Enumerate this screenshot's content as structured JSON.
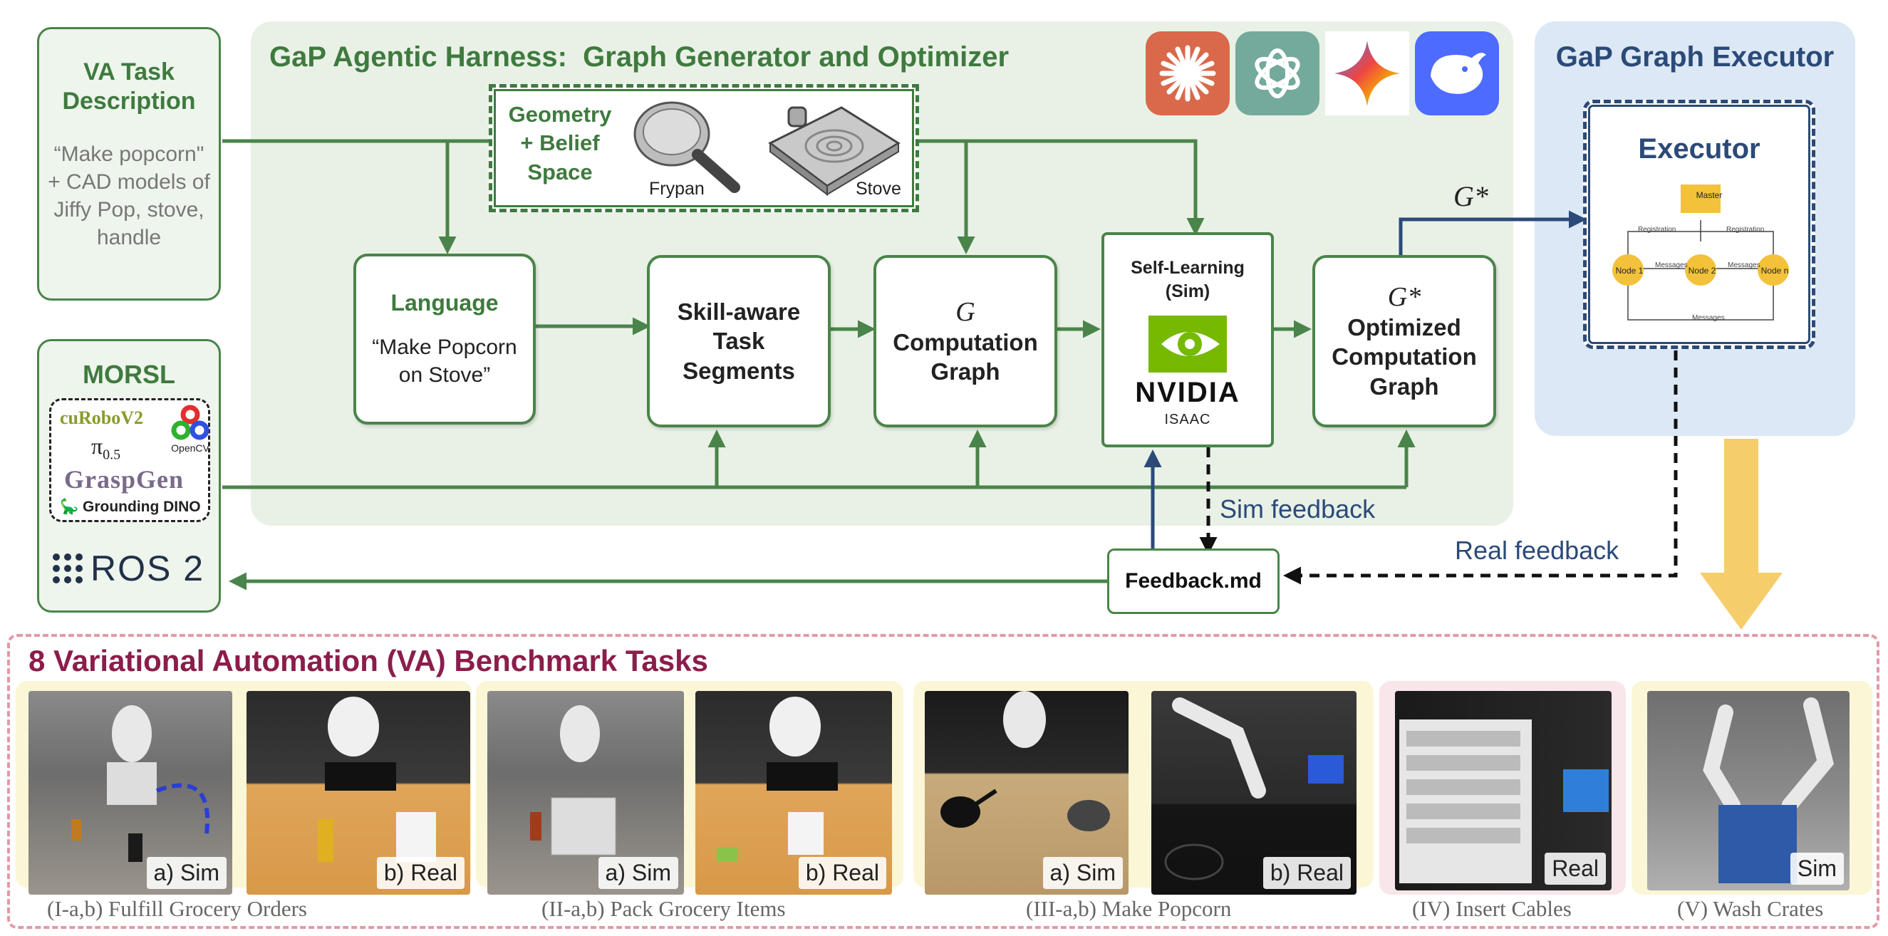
{
  "va_task": {
    "title": "VA Task Description",
    "description": "“Make popcorn\" + CAD models of Jiffy Pop, stove, handle"
  },
  "morsl": {
    "title": "MORSL",
    "libs": {
      "curobo": "cuRoboV2",
      "pi": "π",
      "pi_sub": "0.5",
      "opencv": "OpenCV",
      "graspgen": "GraspGen",
      "grounding_dino": "Grounding DINO"
    },
    "ros": "ROS 2"
  },
  "harness": {
    "title": "GaP Agentic Harness:  Graph Generator and Optimizer",
    "geometry": {
      "label": "Geometry + Belief Space",
      "frypan": "Frypan",
      "stove": "Stove"
    },
    "language": {
      "title": "Language",
      "quote": "“Make Popcorn on Stove”"
    },
    "skill": {
      "title": "Skill-aware Task Segments"
    },
    "graph": {
      "symbol": "G",
      "title": "Computation Graph"
    },
    "self_learning": {
      "title": "Self-Learning (Sim)",
      "vendor": "NVIDIA",
      "product": "ISAAC"
    },
    "optimized": {
      "symbol": "G*",
      "title": "Optimized Computation Graph"
    },
    "llm_logos": [
      "claude-icon",
      "openai-icon",
      "gemini-icon",
      "deepseek-icon"
    ]
  },
  "executor": {
    "panel_title": "GaP Graph Executor",
    "title": "Executor",
    "master": "Master",
    "nodes": [
      "Node 1",
      "Node 2",
      "Node n"
    ],
    "edge_labels": {
      "registration": "Registration",
      "messages": "Messages"
    },
    "g_star": "G*"
  },
  "feedback": {
    "file": "Feedback.md",
    "sim_label": "Sim feedback",
    "real_label": "Real feedback"
  },
  "benchmark": {
    "title": "8 Variational Automation (VA) Benchmark Tasks",
    "photo_labels": [
      "a) Sim",
      "b) Real",
      "a) Sim",
      "b) Real",
      "a) Sim",
      "b) Real",
      "Real",
      "Sim"
    ],
    "captions": [
      "(I-a,b)  Fulfill Grocery Orders",
      "(II-a,b)  Pack Grocery Items",
      "(III-a,b) Make Popcorn",
      "(IV) Insert Cables",
      "(V) Wash Crates"
    ]
  },
  "colors": {
    "green": "#4a844a",
    "dark_green": "#3f7a3f",
    "navy": "#2b4a78",
    "maroon": "#8b1d4b",
    "arrow_yellow": "#f6cd6b"
  }
}
